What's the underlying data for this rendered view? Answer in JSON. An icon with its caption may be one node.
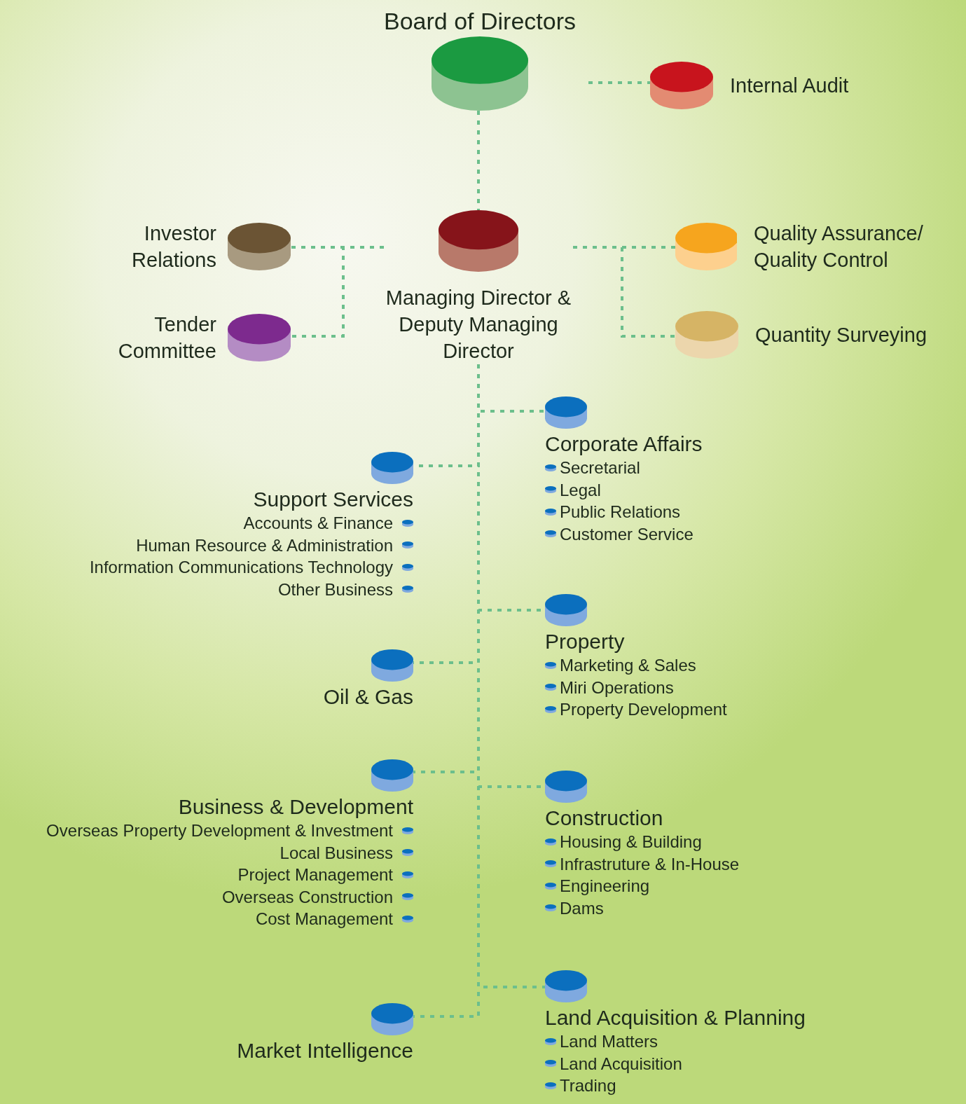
{
  "diagram": {
    "nodes": [
      {
        "text": [
          "Board of Directors"
        ]
      },
      {
        "text": [
          "Internal Audit"
        ]
      },
      {
        "text": [
          "Managing Director & Deputy Managing Director"
        ]
      },
      {
        "text": [
          "Investor Relations"
        ]
      },
      {
        "text": [
          "Tender Committee"
        ]
      },
      {
        "text": [
          "Quality Assurance/ Quality Control"
        ]
      },
      {
        "text": [
          "Quantity Surveying"
        ]
      },
      {
        "text": [
          "Corporate Affairs",
          "Secretarial",
          "Legal",
          "Public Relations",
          "Customer Service"
        ]
      },
      {
        "text": [
          "Support Services",
          "Accounts & Finance",
          "Human Resource & Administration",
          "Information Communications Technology",
          "Other Business"
        ]
      },
      {
        "text": [
          "Property",
          "Marketing & Sales",
          "Miri Operations",
          "Property Development"
        ]
      },
      {
        "text": [
          "Oil & Gas"
        ]
      },
      {
        "text": [
          "Business & Development",
          "Overseas Property Development & Investment",
          "Local Business",
          "Project Management",
          "Overseas Construction",
          "Cost Management"
        ]
      },
      {
        "text": [
          "Construction",
          "Housing & Building",
          "Infrastruture & In-House",
          "Engineering",
          "Dams"
        ]
      },
      {
        "text": [
          "Market Intelligence"
        ]
      },
      {
        "text": [
          "Land Acquisition & Planning",
          "Land Matters",
          "Land Acquisition",
          "Trading"
        ]
      }
    ],
    "edges": [
      {
        "from": 0,
        "to": 1,
        "arrow": "none"
      },
      {
        "from": 0,
        "to": 2,
        "arrow": "none"
      },
      {
        "from": 2,
        "to": 3,
        "arrow": "none"
      },
      {
        "from": 2,
        "to": 4,
        "arrow": "none"
      },
      {
        "from": 2,
        "to": 5,
        "arrow": "none"
      },
      {
        "from": 2,
        "to": 6,
        "arrow": "none"
      },
      {
        "from": 2,
        "to": 7,
        "arrow": "none"
      },
      {
        "from": 2,
        "to": 8,
        "arrow": "none"
      },
      {
        "from": 2,
        "to": 9,
        "arrow": "none"
      },
      {
        "from": 2,
        "to": 10,
        "arrow": "none"
      },
      {
        "from": 2,
        "to": 11,
        "arrow": "none"
      },
      {
        "from": 2,
        "to": 12,
        "arrow": "none"
      },
      {
        "from": 2,
        "to": 13,
        "arrow": "none"
      },
      {
        "from": 2,
        "to": 14,
        "arrow": "none"
      }
    ]
  }
}
